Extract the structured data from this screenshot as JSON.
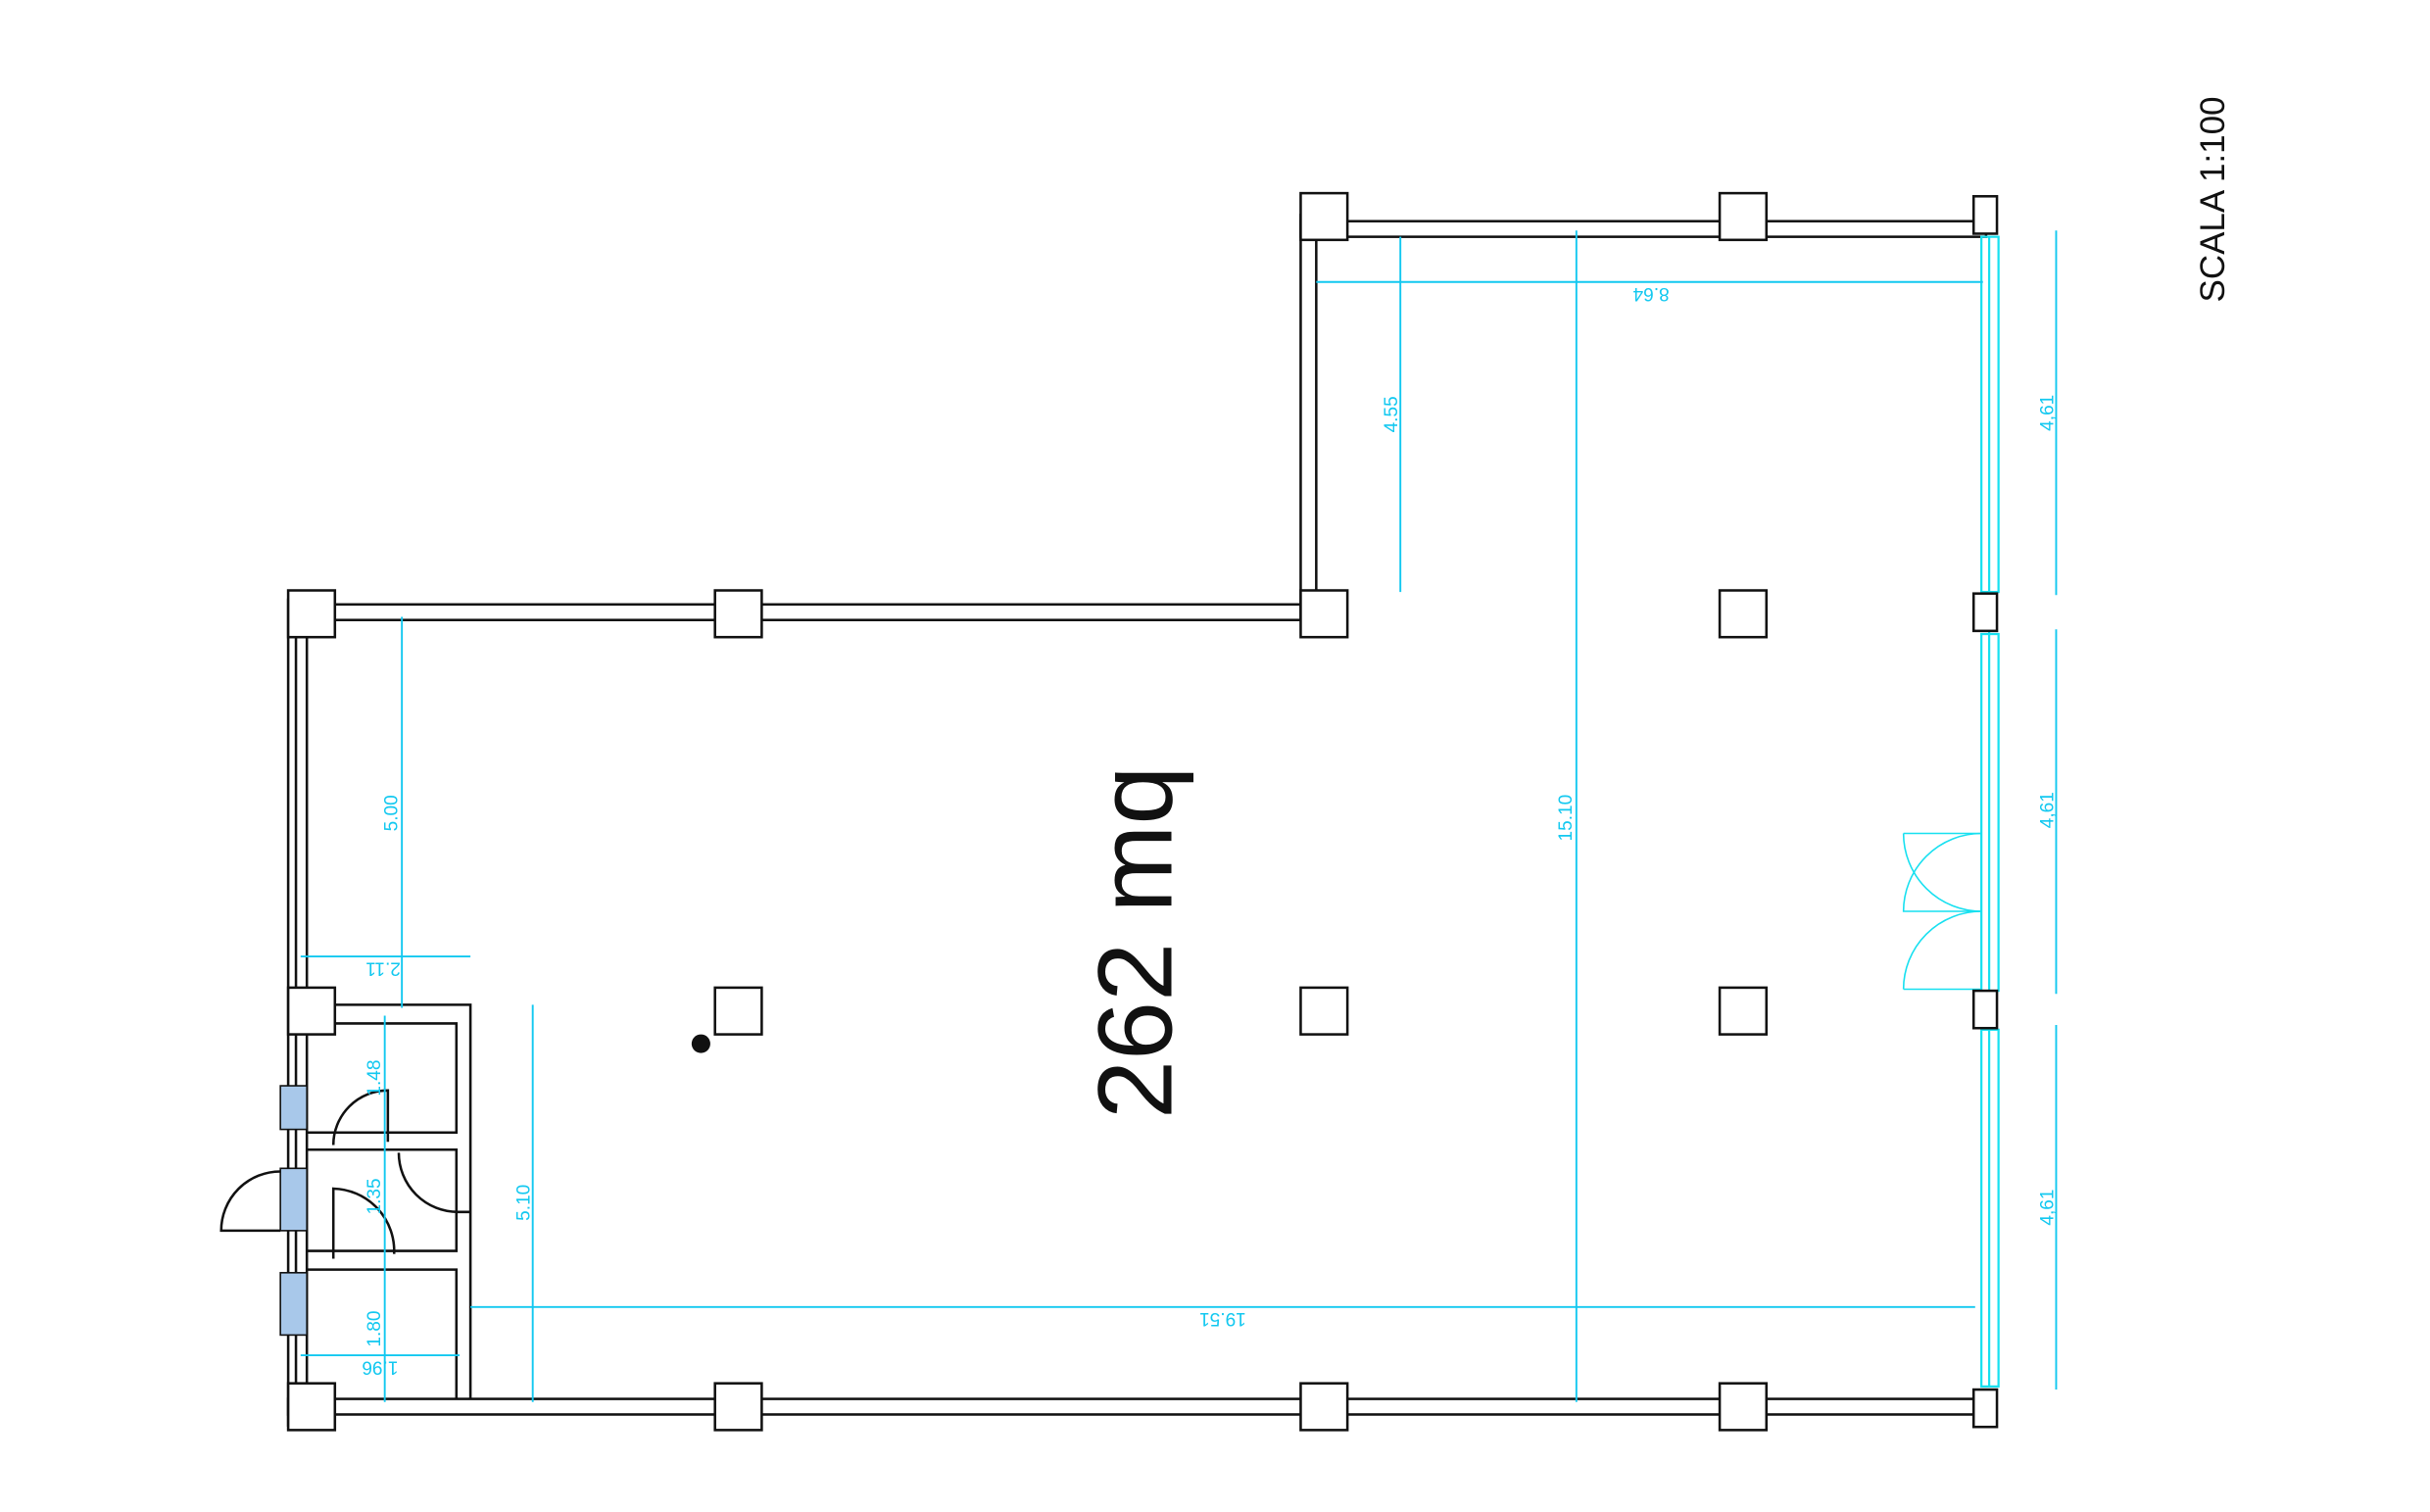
{
  "area_label": "262 mq",
  "scale_label": "SCALA 1:100",
  "dimensions": {
    "d_8_64": "8.64",
    "d_4_55": "4.55",
    "d_15_10": "15.10",
    "d_4_61_a": "4,61",
    "d_4_61_b": "4,61",
    "d_4_61_c": "4,61",
    "d_5_00": "5.00",
    "d_2_11": "2.11",
    "d_5_10": "5.10",
    "d_19_51": "19.51",
    "d_1_48": "1.48",
    "d_1_35": "1.35",
    "d_1_80": "1.80",
    "d_1_96": "1.96"
  },
  "colors": {
    "walls": "#111111",
    "dimensions": "#12c8f0",
    "glazing": "#17e0f0",
    "windows": "#a8c8ea"
  }
}
